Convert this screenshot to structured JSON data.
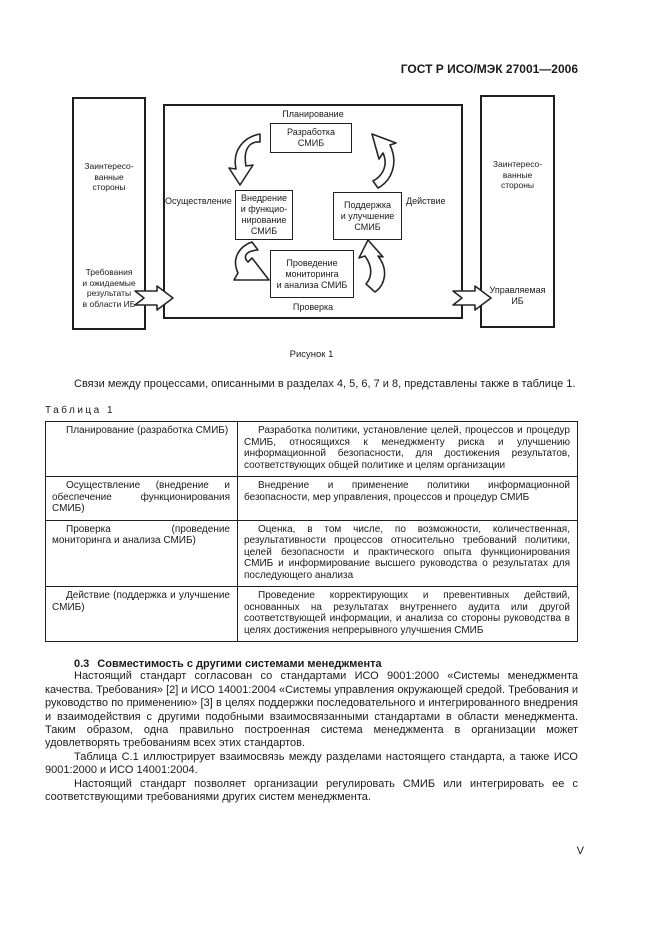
{
  "header": {
    "title": "ГОСТ Р ИСО/МЭК 27001—2006"
  },
  "figure": {
    "caption": "Рисунок 1",
    "stakeholders_left": "Заинтересо-\nванные\nстороны",
    "stakeholders_right": "Заинтересо-\nванные\nстороны",
    "input_label": "Требования\nи ожидаемые\nрезультаты\nв области ИБ",
    "output_label": "Управляемая\nИБ",
    "stage_plan": "Планирование",
    "stage_do": "Осуществление",
    "stage_act": "Действие",
    "stage_check": "Проверка",
    "box_develop": "Разработка\nСМИБ",
    "box_implement": "Внедрение\nи функцио-\nнирование\nСМИБ",
    "box_maintain": "Поддержка\nи улучшение\nСМИБ",
    "box_monitor": "Проведение\nмониторинга\nи анализа СМИБ"
  },
  "intro": {
    "text": "Связи между процессами, описанными в разделах 4, 5, 6, 7 и 8, представлены также в таблице 1."
  },
  "table": {
    "label": "Таблица 1",
    "rows": [
      {
        "left": "Планирование (разработка СМИБ)",
        "right": "Разработка политики, установление целей, процессов и процедур СМИБ, относящихся к менеджменту риска и улучшению информационной безопасности, для достижения результатов, соответствующих общей политике и целям организации"
      },
      {
        "left": "Осуществление (внедрение и обеспечение функционирования СМИБ)",
        "right": "Внедрение и применение политики информационной безопасности, мер управления, процессов и процедур СМИБ"
      },
      {
        "left": "Проверка (проведение мониторинга и анализа СМИБ)",
        "right": "Оценка, в том числе, по возможности, количественная, результативности процессов относительно требований политики, целей безопасности и практического опыта функционирования СМИБ и информирование высшего руководства о результатах для последующего анализа"
      },
      {
        "left": "Действие (поддержка и улучшение СМИБ)",
        "right": "Проведение корректирующих и превентивных действий, основанных на результатах внутреннего аудита или другой соответствующей информации, и анализа со стороны руководства в целях достижения непрерывного улучшения СМИБ"
      }
    ]
  },
  "section": {
    "number": "0.3",
    "title": "Совместимость с другими системами менеджмента",
    "paragraphs": [
      "Настоящий стандарт согласован со стандартами ИСО 9001:2000 «Системы менеджмента качества. Требования» [2] и ИСО 14001:2004 «Системы управления окружающей средой. Требования и руководство по применению» [3] в целях поддержки последовательного и интегрированного внедрения и взаимодействия с другими подобными взаимосвязанными стандартами в области менеджмента. Таким образом, одна правильно построенная система менеджмента в организации может удовлетворять требованиям всех этих стандартов.",
      "Таблица С.1 иллюстрирует взаимосвязь между разделами настоящего стандарта, а также ИСО 9001:2000 и ИСО 14001:2004.",
      "Настоящий стандарт позволяет организации регулировать СМИБ или интегрировать ее с соответствующими требованиями других систем менеджмента."
    ]
  },
  "footer": {
    "page_number": "V"
  }
}
